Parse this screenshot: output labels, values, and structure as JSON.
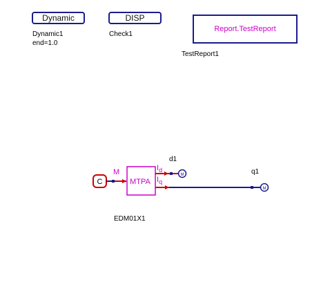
{
  "blocks": {
    "dynamic": {
      "label": "Dynamic",
      "name": "Dynamic1",
      "param": "end=1.0"
    },
    "disp": {
      "label": "DISP",
      "name": "Check1"
    },
    "report": {
      "label": "Report.TestReport",
      "name": "TestReport1"
    }
  },
  "diagram": {
    "component_name": "EDM01X1",
    "block_label": "MTPA",
    "input_port": "C",
    "input_signal": "M",
    "out_port_1": "I",
    "out_port_1_sub": "d",
    "out_port_2": "I",
    "out_port_2_sub": "q",
    "meter_1_name": "d1",
    "meter_2_name": "q1",
    "meter_1_symbol": "M",
    "meter_2_symbol": "M"
  },
  "colors": {
    "block_border": "#1a1a8c",
    "magenta": "#cc00cc",
    "signal_red": "#cc0000",
    "wire": "#1a1a8c"
  }
}
